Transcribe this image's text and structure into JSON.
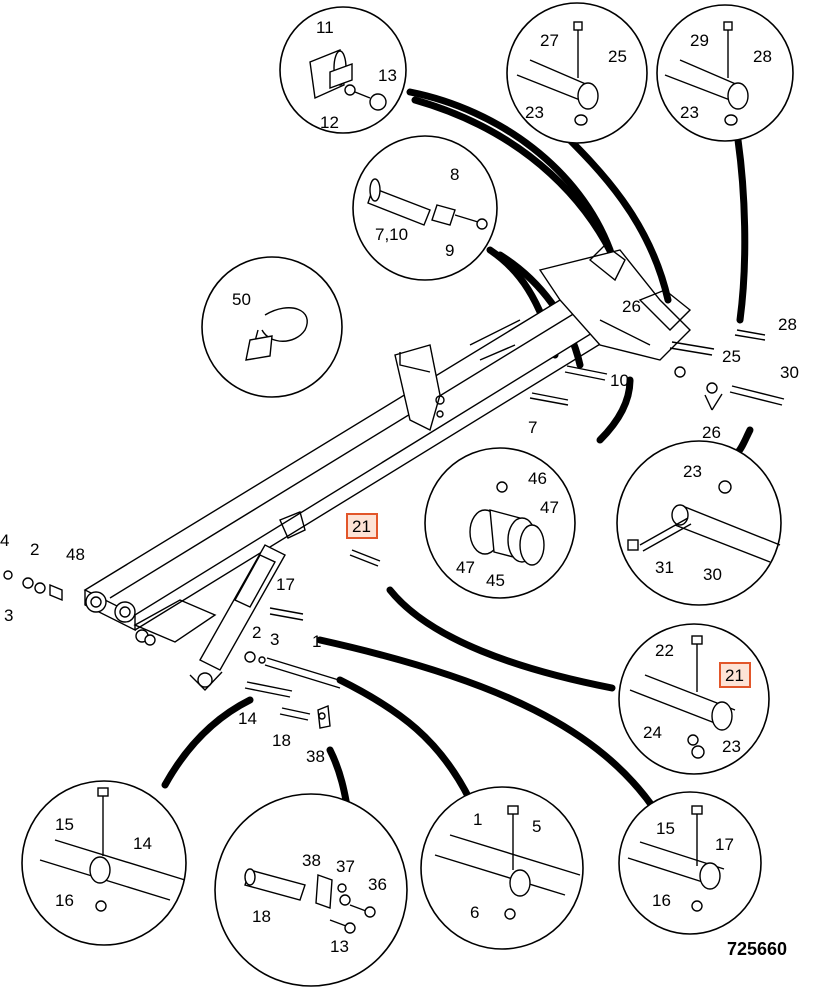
{
  "figure_number": "725660",
  "highlight_color": "#e2562a",
  "highlight_fill": "#fde3d6",
  "highlighted_part": "21",
  "labels": {
    "l11": "11",
    "l13": "13",
    "l12": "12",
    "l27": "27",
    "l25a": "25",
    "l23a": "23",
    "l29": "29",
    "l28a": "28",
    "l23b": "23",
    "l8": "8",
    "l710": "7,10",
    "l9": "9",
    "l50": "50",
    "l26a": "26",
    "l28b": "28",
    "l25b": "25",
    "l10": "10",
    "l30a": "30",
    "l7": "7",
    "l26b": "26",
    "l46": "46",
    "l47a": "47",
    "l47b": "47",
    "l45": "45",
    "l23c": "23",
    "l31": "31",
    "l30b": "30",
    "l4": "4",
    "l2a": "2",
    "l48": "48",
    "l3a": "3",
    "l21a": "21",
    "l17a": "17",
    "l2b": "2",
    "l3b": "3",
    "l1a": "1",
    "l14a": "14",
    "l18a": "18",
    "l38a": "38",
    "l22": "22",
    "l21b": "21",
    "l24": "24",
    "l23d": "23",
    "l15a": "15",
    "l14b": "14",
    "l16a": "16",
    "l38b": "38",
    "l37": "37",
    "l36": "36",
    "l18b": "18",
    "l13b": "13",
    "l1b": "1",
    "l5": "5",
    "l6": "6",
    "l15b": "15",
    "l17b": "17",
    "l16b": "16"
  }
}
